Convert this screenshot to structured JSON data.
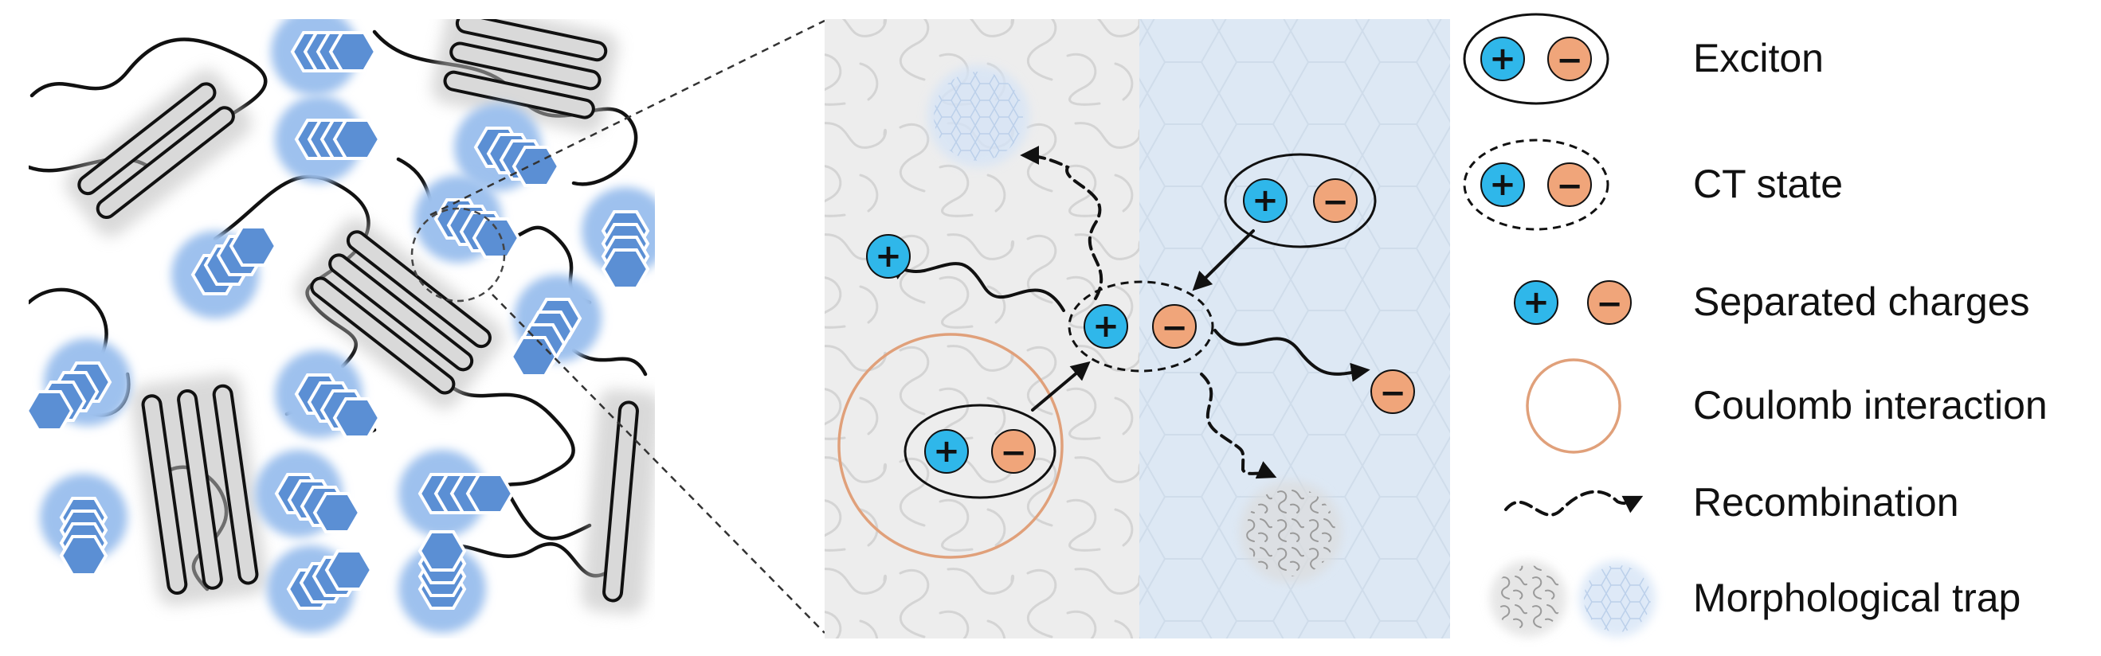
{
  "legend": {
    "exciton": "Exciton",
    "ct_state": "CT state",
    "separated": "Separated charges",
    "coulomb": "Coulomb interaction",
    "recombination": "Recombination",
    "trap": "Morphological trap"
  },
  "charges": {
    "plus": "+",
    "minus": "−"
  },
  "colors": {
    "hole": "#2fb7ea",
    "electron": "#f0a57a",
    "donor_fill": "#d9d9d9",
    "acceptor_fill": "#5b8fd4",
    "acceptor_panel": "#dde8f4",
    "donor_panel": "#ededed",
    "coulomb": "#e0a07a"
  }
}
